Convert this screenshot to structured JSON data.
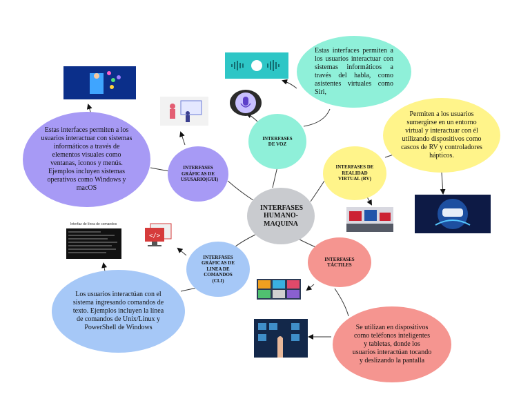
{
  "center": {
    "label": "INTERFASES HUMANO-MAQUINA",
    "color": "#c9cbcf"
  },
  "branches": {
    "voz": {
      "label": "INTERFASES DE VOZ",
      "color": "#8ff0d9",
      "description": "Estas interfaces permiten a los usuarios interactuar con sistemas informáticos a través del habla, como asistentes virtuales como Siri,"
    },
    "gui": {
      "label": "INTERFASES GRÁFICAS DE USUSARIO(GUI)",
      "color": "#a79af5",
      "description": "Estas interfaces permiten a los usuarios interactuar con sistemas informáticos a través de elementos visuales como ventanas, iconos y menús. Ejemplos incluyen sistemas operativos como Windows y macOS"
    },
    "rv": {
      "label": "INTERFASES DE REALIDAD VIRTUAL (RV)",
      "color": "#fff48a",
      "description": "Permiten a los usuarios sumergirse en un entorno virtual y interactuar con él utilizando dispositivos como cascos de RV y controladores hápticos."
    },
    "cli": {
      "label": "INTERFASES GRÁFICAS DE LINEA DE COMANDOS (CLI)",
      "color": "#a6c8f7",
      "description": "Los usuarios interactúan con el sistema ingresando comandos de texto. Ejemplos incluyen la línea de comandos de Unix/Linux y PowerShell de Windows"
    },
    "tactiles": {
      "label": "INTERFASES TÁCTILES",
      "color": "#f59590",
      "description": "Se utilizan en dispositivos como teléfonos inteligentes y tabletas, donde los usuarios interactúan tocando y deslizando la pantalla"
    }
  },
  "images": {
    "cli_screenshot_title": "Interfaz de línea de comandos"
  }
}
